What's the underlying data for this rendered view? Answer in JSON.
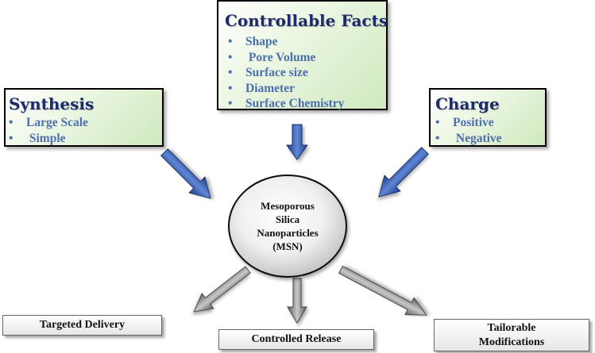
{
  "boxes": {
    "facts": {
      "title": "Controllable Facts",
      "items": [
        "Shape",
        " Pore Volume",
        "Surface size",
        "Diameter",
        "Surface Chemistry"
      ]
    },
    "synthesis": {
      "title": "Synthesis",
      "items": [
        "Large Scale",
        " Simple"
      ]
    },
    "charge": {
      "title": "Charge",
      "items": [
        "Positive",
        " Negative"
      ]
    }
  },
  "center": {
    "lines": [
      "Mesoporous",
      "Silica",
      "Nanoparticles",
      "(MSN)"
    ]
  },
  "outputs": {
    "targeted": "Targeted Delivery",
    "controlled": "Controlled Release",
    "tailorable": [
      "Tailorable",
      "Modifications"
    ]
  },
  "bullet": "•",
  "colors": {
    "title": "#1f2a6b",
    "item": "#4d6fae",
    "input_arrow": "#3a5aa8",
    "output_arrow": "#8a8a8a",
    "box_fill": "#cfe8bd"
  }
}
